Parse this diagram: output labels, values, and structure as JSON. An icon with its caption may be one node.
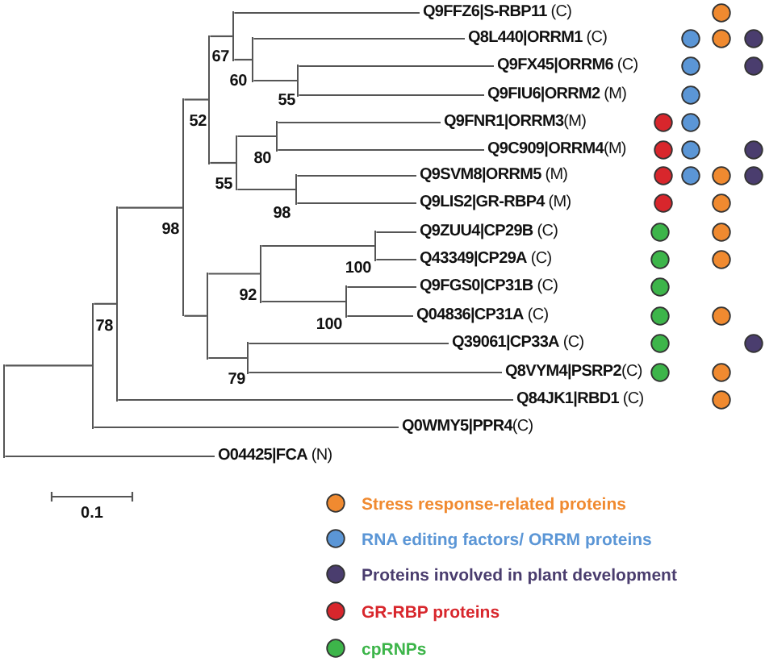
{
  "diagram": {
    "nodes": [
      {
        "text": [
          "**Q9FFZ6|S-RBP11** (C)"
        ]
      },
      {
        "text": [
          "**Q8L440|ORRM1** (C)"
        ]
      },
      {
        "text": [
          "**Q9FX45|ORRM6** (C)"
        ]
      },
      {
        "text": [
          "**Q9FIU6|ORRM2** (M)"
        ]
      },
      {
        "text": [
          "**Q9FNR1|ORRM3**(M)"
        ]
      },
      {
        "text": [
          "**Q9C909|ORRM4**(M)"
        ]
      },
      {
        "text": [
          "**Q9SVM8|ORRM5** (M)"
        ]
      },
      {
        "text": [
          "**Q9LIS2|GR-RBP4** (M)"
        ]
      },
      {
        "text": [
          "**Q9ZUU4|CP29B** (C)"
        ]
      },
      {
        "text": [
          "**Q43349|CP29A** (C)"
        ]
      },
      {
        "text": [
          "**Q9FGS0|CP31B** (C)"
        ]
      },
      {
        "text": [
          "**Q04836|CP31A** (C)"
        ]
      },
      {
        "text": [
          "**Q39061|CP33A** (C)"
        ]
      },
      {
        "text": [
          "**Q8VYM4|PSRP2**(C)"
        ]
      },
      {
        "text": [
          "**Q84JK1|RBD1** (C)"
        ]
      },
      {
        "text": [
          "**Q0WMY5|PPR4**(C)"
        ]
      },
      {
        "text": [
          "**O04425|FCA** (N)"
        ]
      },
      {
        "text": [],
        "shape": "bar"
      },
      {
        "text": [],
        "shape": "bar"
      },
      {
        "text": [],
        "shape": "bar",
        "beside": [
          "78"
        ]
      },
      {
        "text": [],
        "shape": "bar",
        "beside": [
          "98"
        ]
      },
      {
        "text": [],
        "shape": "bar",
        "beside": [
          "52"
        ]
      },
      {
        "text": [],
        "shape": "bar",
        "beside": [
          "67"
        ]
      },
      {
        "text": [],
        "shape": "bar",
        "beside": [
          "60"
        ]
      },
      {
        "text": [],
        "shape": "bar",
        "beside": [
          "55"
        ]
      },
      {
        "text": [],
        "shape": "bar",
        "beside": [
          "55"
        ]
      },
      {
        "text": [],
        "shape": "bar",
        "beside": [
          "80"
        ]
      },
      {
        "text": [],
        "shape": "bar",
        "beside": [
          "98"
        ]
      },
      {
        "text": [],
        "shape": "bar"
      },
      {
        "text": [],
        "shape": "bar",
        "beside": [
          "92"
        ]
      },
      {
        "text": [],
        "shape": "bar",
        "beside": [
          "100"
        ]
      },
      {
        "text": [],
        "shape": "bar",
        "beside": [
          "100"
        ]
      },
      {
        "text": [],
        "shape": "bar",
        "beside": [
          "79"
        ]
      }
    ],
    "edges": [
      {
        "from": 17,
        "to": 18,
        "arrow": "none"
      },
      {
        "from": 17,
        "to": 16,
        "arrow": "none"
      },
      {
        "from": 18,
        "to": 19,
        "arrow": "none"
      },
      {
        "from": 18,
        "to": 15,
        "arrow": "none"
      },
      {
        "from": 19,
        "to": 20,
        "arrow": "none"
      },
      {
        "from": 19,
        "to": 14,
        "arrow": "none"
      },
      {
        "from": 20,
        "to": 21,
        "arrow": "none"
      },
      {
        "from": 20,
        "to": 28,
        "arrow": "none"
      },
      {
        "from": 21,
        "to": 22,
        "arrow": "none"
      },
      {
        "from": 21,
        "to": 25,
        "arrow": "none"
      },
      {
        "from": 22,
        "to": 0,
        "arrow": "none"
      },
      {
        "from": 22,
        "to": 23,
        "arrow": "none"
      },
      {
        "from": 23,
        "to": 1,
        "arrow": "none"
      },
      {
        "from": 23,
        "to": 24,
        "arrow": "none"
      },
      {
        "from": 24,
        "to": 2,
        "arrow": "none"
      },
      {
        "from": 24,
        "to": 3,
        "arrow": "none"
      },
      {
        "from": 25,
        "to": 26,
        "arrow": "none"
      },
      {
        "from": 25,
        "to": 27,
        "arrow": "none"
      },
      {
        "from": 26,
        "to": 4,
        "arrow": "none"
      },
      {
        "from": 26,
        "to": 5,
        "arrow": "none"
      },
      {
        "from": 27,
        "to": 6,
        "arrow": "none"
      },
      {
        "from": 27,
        "to": 7,
        "arrow": "none"
      },
      {
        "from": 28,
        "to": 29,
        "arrow": "none"
      },
      {
        "from": 28,
        "to": 32,
        "arrow": "none"
      },
      {
        "from": 29,
        "to": 30,
        "arrow": "none"
      },
      {
        "from": 29,
        "to": 31,
        "arrow": "none"
      },
      {
        "from": 30,
        "to": 8,
        "arrow": "none"
      },
      {
        "from": 30,
        "to": 9,
        "arrow": "none"
      },
      {
        "from": 31,
        "to": 10,
        "arrow": "none"
      },
      {
        "from": 31,
        "to": 11,
        "arrow": "none"
      },
      {
        "from": 32,
        "to": 12,
        "arrow": "none"
      },
      {
        "from": 32,
        "to": 13,
        "arrow": "none"
      }
    ],
    "labels": [
      "0.1"
    ],
    "legend": [
      {
        "text": "Stress response-related proteins",
        "color": "#f08a30"
      },
      {
        "text": "RNA editing factors/ ORRM proteins",
        "color": "#5b96d6"
      },
      {
        "text": "Proteins involved in plant development",
        "color": "#4a3d6e"
      },
      {
        "text": "GR-RBP proteins",
        "color": "#d8262c"
      },
      {
        "text": "cpRNPs",
        "color": "#3db54a"
      }
    ]
  }
}
